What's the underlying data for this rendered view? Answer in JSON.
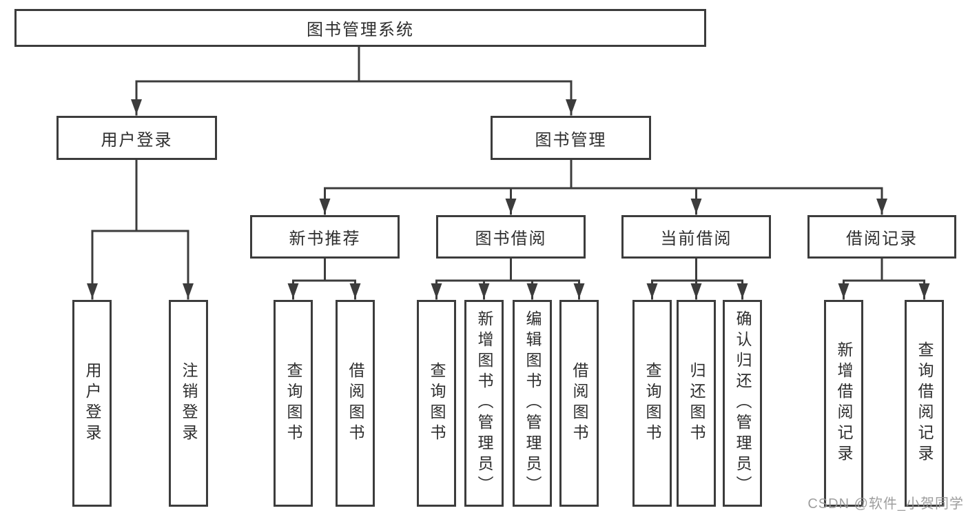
{
  "diagram": {
    "type": "hierarchy",
    "root": {
      "label": "图书管理系统"
    },
    "branches": [
      {
        "label": "用户登录",
        "children": [
          {
            "label": "用户登录"
          },
          {
            "label": "注销登录"
          }
        ]
      },
      {
        "label": "图书管理",
        "children": [
          {
            "label": "新书推荐",
            "children": [
              {
                "label": "查询图书"
              },
              {
                "label": "借阅图书"
              }
            ]
          },
          {
            "label": "图书借阅",
            "children": [
              {
                "label": "查询图书"
              },
              {
                "label": "新增图书（管理员）"
              },
              {
                "label": "编辑图书（管理员）"
              },
              {
                "label": "借阅图书"
              }
            ]
          },
          {
            "label": "当前借阅",
            "children": [
              {
                "label": "查询图书"
              },
              {
                "label": "归还图书"
              },
              {
                "label": "确认归还（管理员）"
              }
            ]
          },
          {
            "label": "借阅记录",
            "children": [
              {
                "label": "新增借阅记录"
              },
              {
                "label": "查询借阅记录"
              }
            ]
          }
        ]
      }
    ]
  },
  "watermark": {
    "text": "CSDN @软件_小贺同学",
    "color": "#949494"
  },
  "colors": {
    "line": "#3c3c3c",
    "box_border": "#3c3c3c",
    "box_fill": "#ffffff",
    "text": "#2e2e2e",
    "background": "#ffffff"
  }
}
